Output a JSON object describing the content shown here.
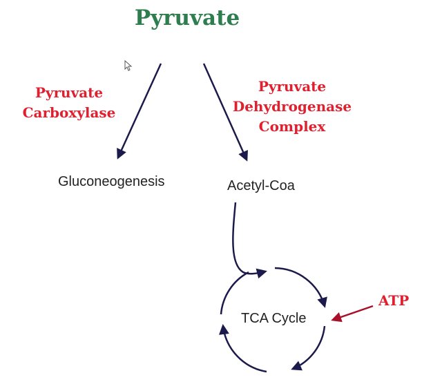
{
  "title": "Pyruvate",
  "enzymes": {
    "left": [
      "Pyruvate",
      "Carboxylase"
    ],
    "right": [
      "Pyruvate",
      "Dehydrogenase",
      "Complex"
    ]
  },
  "nodes": {
    "gluconeogenesis": "Gluconeogenesis",
    "acetyl_coa": "Acetyl-Coa",
    "tca_cycle": "TCA Cycle"
  },
  "cofactor": "ATP",
  "colors": {
    "title": "#2e7d4f",
    "enzyme": "#e01f2f",
    "arrow": "#1c1a4a",
    "atp_arrow": "#a8102a"
  }
}
